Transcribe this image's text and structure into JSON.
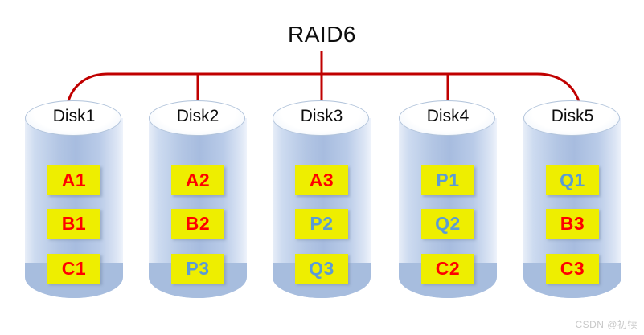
{
  "diagram": {
    "title": "RAID6",
    "watermark": "CSDN @初犊",
    "colors": {
      "connector": "#c00000",
      "data_block_bg": "#eeee00",
      "data_text": "#ff0000",
      "parity_text": "#5b9bd5",
      "cylinder_fill": "#a7bcdf",
      "title_text": "#0d0d0d"
    },
    "disks": [
      {
        "label": "Disk1",
        "blocks": [
          {
            "label": "A1",
            "kind": "data"
          },
          {
            "label": "B1",
            "kind": "data"
          },
          {
            "label": "C1",
            "kind": "data"
          }
        ]
      },
      {
        "label": "Disk2",
        "blocks": [
          {
            "label": "A2",
            "kind": "data"
          },
          {
            "label": "B2",
            "kind": "data"
          },
          {
            "label": "P3",
            "kind": "parity"
          }
        ]
      },
      {
        "label": "Disk3",
        "blocks": [
          {
            "label": "A3",
            "kind": "data"
          },
          {
            "label": "P2",
            "kind": "parity"
          },
          {
            "label": "Q3",
            "kind": "parity"
          }
        ]
      },
      {
        "label": "Disk4",
        "blocks": [
          {
            "label": "P1",
            "kind": "parity"
          },
          {
            "label": "Q2",
            "kind": "parity"
          },
          {
            "label": "C2",
            "kind": "data"
          }
        ]
      },
      {
        "label": "Disk5",
        "blocks": [
          {
            "label": "Q1",
            "kind": "parity"
          },
          {
            "label": "B3",
            "kind": "data"
          },
          {
            "label": "C3",
            "kind": "data"
          }
        ]
      }
    ]
  }
}
